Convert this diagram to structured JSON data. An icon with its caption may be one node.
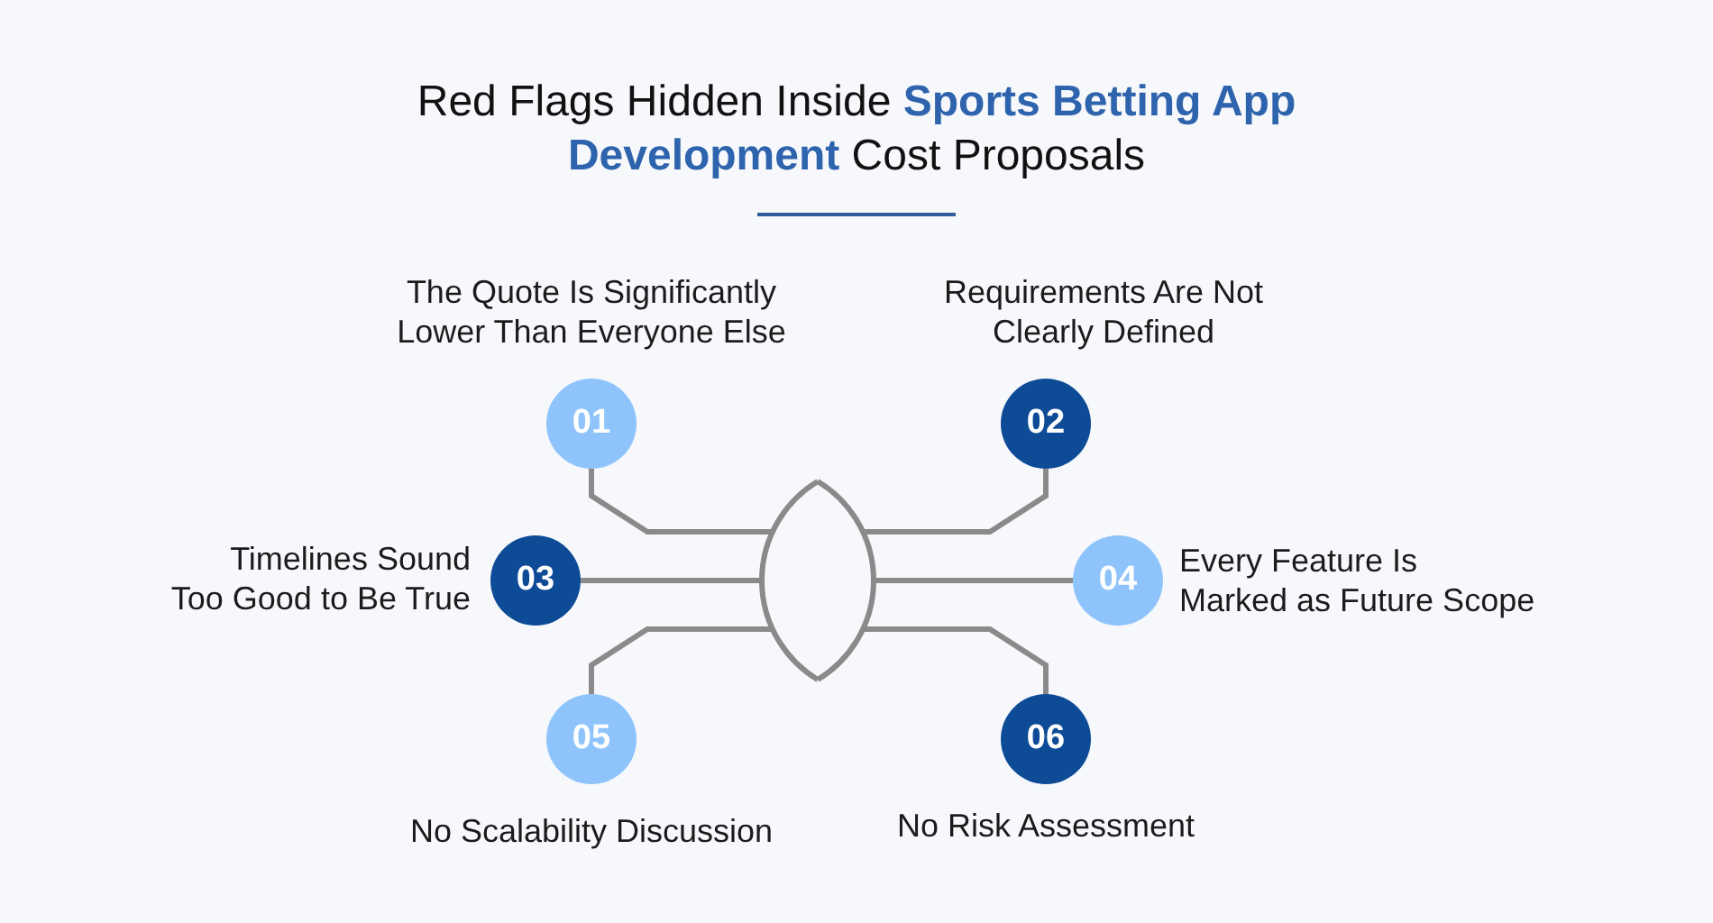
{
  "diagram": {
    "title": "Red Flags Hidden Inside **Sports Betting App Development** Cost Proposals",
    "nodes": [
      {
        "text": [
          "01"
        ],
        "beside": [
          "The Quote Is Significantly Lower Than Everyone Else"
        ]
      },
      {
        "text": [
          "02"
        ],
        "beside": [
          "Requirements Are Not Clearly Defined"
        ]
      },
      {
        "text": [
          "03"
        ],
        "beside": [
          "Timelines Sound Too Good to Be True"
        ]
      },
      {
        "text": [],
        "shape": "lens"
      },
      {
        "text": [
          "04"
        ],
        "beside": [
          "Every Feature Is Marked as Future Scope"
        ]
      },
      {
        "text": [
          "05"
        ],
        "beside": [
          "No Scalability Discussion"
        ]
      },
      {
        "text": [
          "06"
        ],
        "beside": [
          "No Risk Assessment"
        ]
      }
    ],
    "edges": [
      {
        "from": 0,
        "to": 3,
        "arrow": "none"
      },
      {
        "from": 1,
        "to": 3,
        "arrow": "none"
      },
      {
        "from": 2,
        "to": 3,
        "arrow": "none"
      },
      {
        "from": 4,
        "to": 3,
        "arrow": "none"
      },
      {
        "from": 5,
        "to": 3,
        "arrow": "none"
      },
      {
        "from": 6,
        "to": 3,
        "arrow": "none"
      }
    ]
  }
}
